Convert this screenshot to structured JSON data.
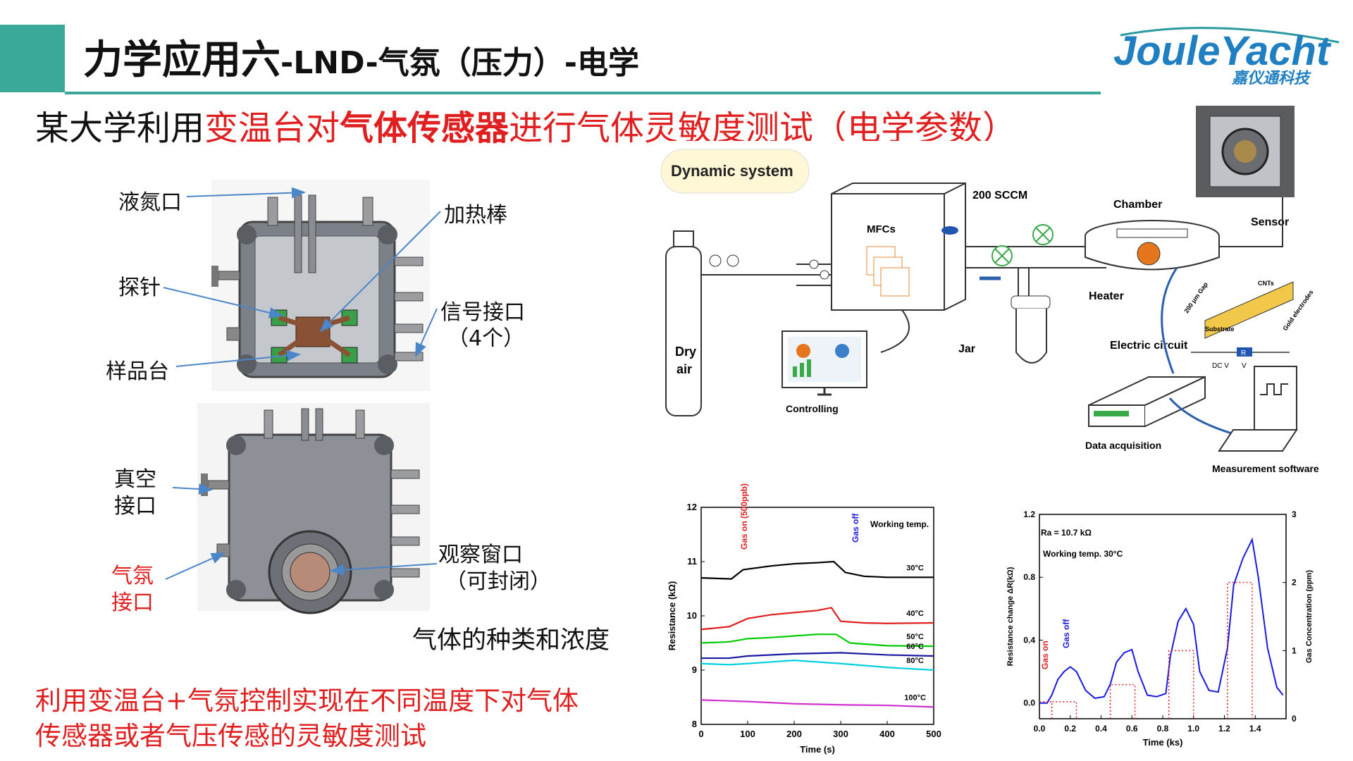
{
  "header": {
    "title_main": "力学应用六",
    "title_sub": "-LND-气氛（压力）-电学",
    "logo_text": "JouleYacht",
    "logo_cn": "嘉仪通科技"
  },
  "subtitle": {
    "part1": "某大学利用",
    "part2": "变温台对",
    "part3": "气体传感器",
    "part4": "进行气体灵敏度测试（电学参数）"
  },
  "device_labels": {
    "ln2_port": "液氮口",
    "heating_rod": "加热棒",
    "probe": "探针",
    "signal_port": "信号接口",
    "signal_count": "（4个）",
    "sample_stage": "样品台",
    "vacuum_port_1": "真空",
    "vacuum_port_2": "接口",
    "gas_port_1": "气氛",
    "gas_port_2": "接口",
    "window_1": "观察窗口",
    "window_2": "（可封闭）"
  },
  "caption": "气体的种类和浓度",
  "bottom_note": {
    "line1": "利用变温台+气氛控制实现在不同温度下对气体",
    "line2": "传感器或者气压传感的灵敏度测试"
  },
  "diagram": {
    "badge": "Dynamic system",
    "sccm": "200 SCCM",
    "mfcs": "MFCs",
    "chamber": "Chamber",
    "sensor": "Sensor",
    "heater": "Heater",
    "jar": "Jar",
    "dry": "Dry",
    "air": "air",
    "controlling": "Controlling",
    "electric_circuit": "Electric circuit",
    "data_acq": "Data acquisition",
    "meas_sw": "Measurement software",
    "cnts": "CNTs",
    "gap": "200 μm Gap",
    "substrate": "Substrate",
    "gold": "Gold electrodes",
    "dcv": "DC V",
    "vr": "V",
    "r": "R"
  },
  "chart_data": [
    {
      "type": "line",
      "xlabel": "Time (s)",
      "ylabel": "Resistance  (kΩ)",
      "xlim": [
        0,
        500
      ],
      "ylim": [
        8,
        12
      ],
      "xticks": [
        0,
        100,
        200,
        300,
        400,
        500
      ],
      "yticks": [
        8,
        9,
        10,
        11,
        12
      ],
      "annotations": [
        "Gas on (500ppb)",
        "Gas off",
        "Working temp."
      ],
      "series": [
        {
          "name": "30°C",
          "color": "#000000",
          "x": [
            0,
            65,
            90,
            150,
            200,
            250,
            285,
            310,
            350,
            400,
            500
          ],
          "y": [
            10.7,
            10.68,
            10.85,
            10.92,
            10.96,
            10.98,
            11.0,
            10.8,
            10.73,
            10.71,
            10.71
          ]
        },
        {
          "name": "40°C",
          "color": "#e02020",
          "x": [
            0,
            60,
            100,
            150,
            200,
            250,
            280,
            300,
            350,
            400,
            500
          ],
          "y": [
            9.75,
            9.8,
            9.95,
            10.02,
            10.06,
            10.1,
            10.15,
            9.9,
            9.87,
            9.86,
            9.87
          ]
        },
        {
          "name": "50°C",
          "color": "#00cc00",
          "x": [
            0,
            60,
            100,
            150,
            200,
            250,
            290,
            320,
            400,
            500
          ],
          "y": [
            9.5,
            9.52,
            9.58,
            9.6,
            9.63,
            9.66,
            9.66,
            9.5,
            9.45,
            9.44
          ]
        },
        {
          "name": "60°C",
          "color": "#1a1aa0",
          "x": [
            0,
            60,
            100,
            200,
            300,
            400,
            500
          ],
          "y": [
            9.22,
            9.22,
            9.26,
            9.3,
            9.32,
            9.28,
            9.26
          ]
        },
        {
          "name": "80°C",
          "color": "#00d0e0",
          "x": [
            0,
            60,
            100,
            150,
            200,
            300,
            400,
            500
          ],
          "y": [
            9.12,
            9.1,
            9.12,
            9.15,
            9.18,
            9.12,
            9.05,
            9.0
          ]
        },
        {
          "name": "100°C",
          "color": "#d030d0",
          "x": [
            0,
            100,
            200,
            300,
            400,
            500
          ],
          "y": [
            8.45,
            8.42,
            8.38,
            8.36,
            8.35,
            8.32
          ]
        }
      ]
    },
    {
      "type": "line",
      "xlabel": "Time (ks)",
      "ylabel": "Resistance change  ΔR(kΩ)",
      "y2label": "Gas Concentration (ppm)",
      "xlim": [
        0,
        1.6
      ],
      "ylim": [
        -0.1,
        1.2
      ],
      "y2lim": [
        0,
        3
      ],
      "xticks": [
        0.0,
        0.2,
        0.4,
        0.6,
        0.8,
        1.0,
        1.2,
        1.4
      ],
      "yticks": [
        0.0,
        0.4,
        0.8,
        1.2
      ],
      "y2ticks": [
        0,
        1,
        2,
        3
      ],
      "annotations": [
        "Ra = 10.7 kΩ",
        "Working temp. 30°C",
        "Gas on",
        "Gas off"
      ],
      "series": [
        {
          "name": "ΔR",
          "color": "#1a1ae0",
          "x": [
            0.0,
            0.05,
            0.08,
            0.12,
            0.16,
            0.2,
            0.24,
            0.3,
            0.36,
            0.42,
            0.46,
            0.5,
            0.55,
            0.6,
            0.64,
            0.7,
            0.76,
            0.82,
            0.85,
            0.9,
            0.95,
            1.0,
            1.04,
            1.1,
            1.16,
            1.22,
            1.26,
            1.32,
            1.38,
            1.42,
            1.48,
            1.54,
            1.58
          ],
          "y": [
            0.0,
            0.0,
            0.05,
            0.15,
            0.2,
            0.23,
            0.2,
            0.08,
            0.03,
            0.04,
            0.12,
            0.26,
            0.32,
            0.34,
            0.2,
            0.05,
            0.04,
            0.06,
            0.3,
            0.52,
            0.6,
            0.5,
            0.2,
            0.08,
            0.07,
            0.35,
            0.75,
            0.92,
            1.04,
            0.8,
            0.35,
            0.1,
            0.05
          ]
        },
        {
          "name": "Gas",
          "color": "#e02020",
          "style": "dotted",
          "steps": [
            [
              0.08,
              0.24,
              0.25
            ],
            [
              0.46,
              0.62,
              0.5
            ],
            [
              0.84,
              1.0,
              1.0
            ],
            [
              1.22,
              1.38,
              2.0
            ]
          ]
        }
      ]
    }
  ]
}
